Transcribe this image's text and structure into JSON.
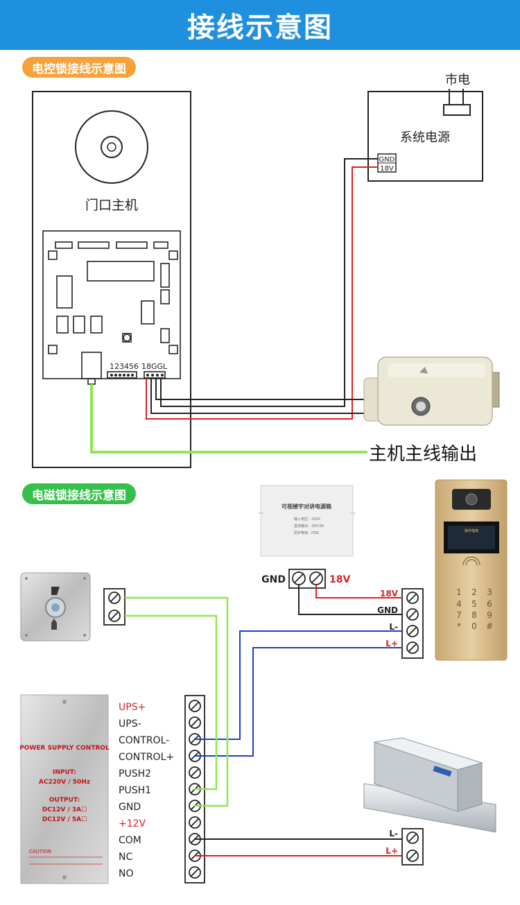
{
  "title": "接线示意图",
  "section1": {
    "label": "电控锁接线示意图",
    "city_power": "市电",
    "power_supply": "系统电源",
    "gnd": "GND",
    "v18": "18V",
    "host": "门口主机",
    "terminal_a": "123456",
    "terminal_b": "18GGL",
    "main_output": "主机主线输出"
  },
  "section2": {
    "label": "电磁锁接线示意图",
    "intercom_box_title": "可视楼宇对讲电源箱",
    "intercom_box_lines": [
      "输入电压：220V",
      "直流输出：18V/3A",
      "防护等级：IP30"
    ],
    "psu_gnd": "GND",
    "psu_18v": "18V",
    "host_terminals": [
      "18V",
      "GND",
      "L-",
      "L+"
    ],
    "host_screen_title": "操作指南",
    "keypad": [
      "1",
      "2",
      "3",
      "4",
      "5",
      "6",
      "7",
      "8",
      "9",
      "*",
      "0",
      "#"
    ],
    "control_box": {
      "brand": "POWER SUPPLY CONTROL",
      "input_label": "INPUT:",
      "input_value": "AC220V / 50Hz",
      "output_label": "OUTPUT:",
      "output_1": "DC12V / 3A☐",
      "output_2": "DC12V / 5A☐",
      "caution": "CAUTION"
    },
    "terminals": [
      "UPS+",
      "UPS-",
      "CONTROL-",
      "CONTROL+",
      "PUSH2",
      "PUSH1",
      "GND",
      "+12V",
      "COM",
      "NC",
      "NO"
    ],
    "lock_terminals": [
      "L-",
      "L+"
    ]
  },
  "colors": {
    "title_bg": "#1f8fe0",
    "orange": "#f6a13a",
    "green": "#35c04a",
    "wire_red": "#e02020",
    "wire_blue": "#1a3fd0",
    "wire_green": "#8ee84a"
  }
}
